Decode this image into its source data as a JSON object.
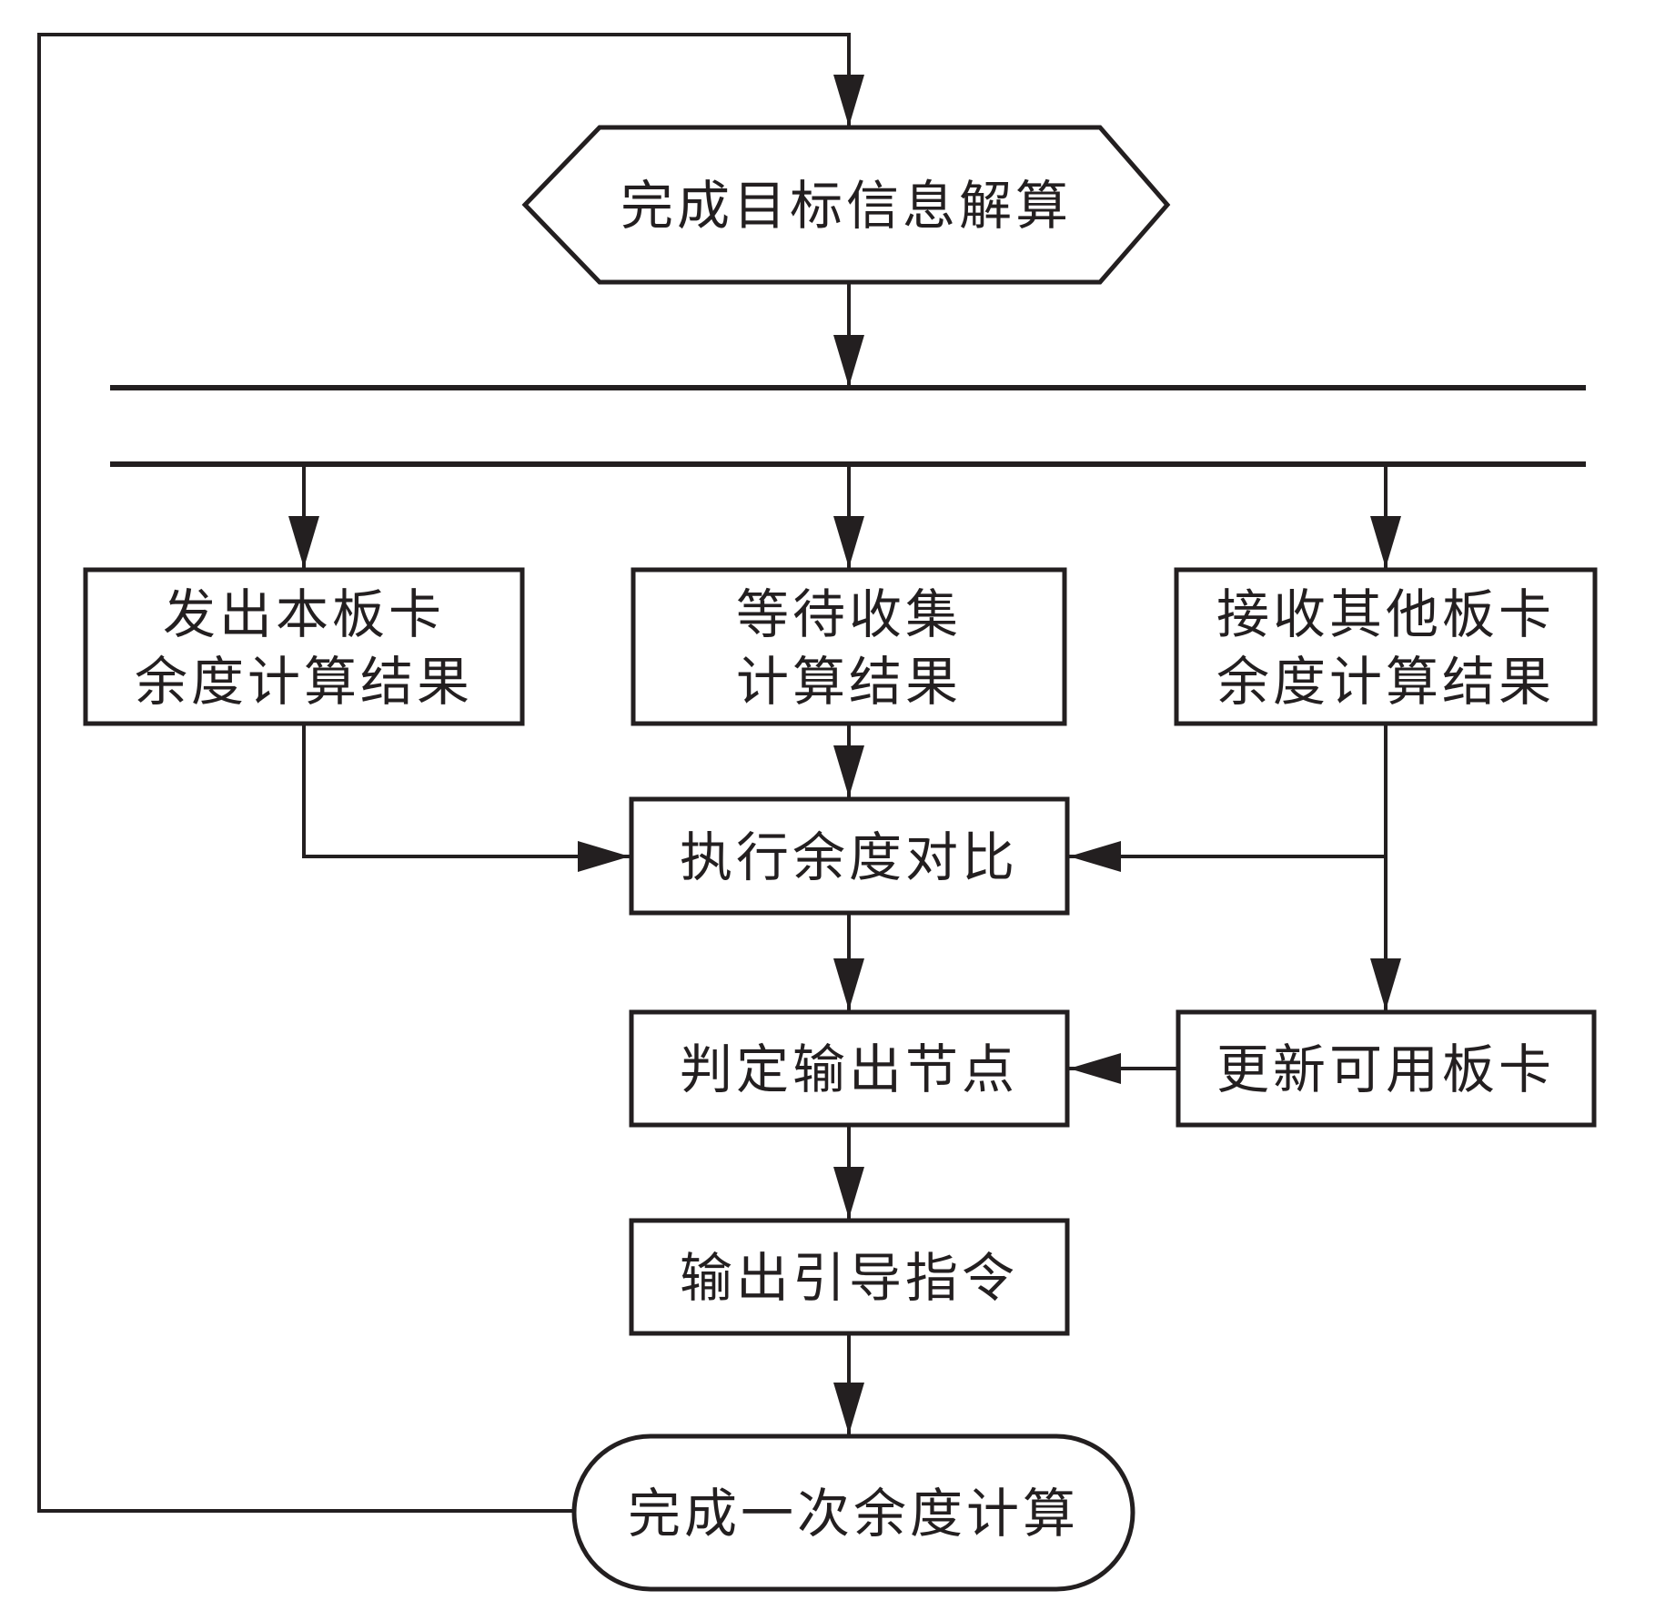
{
  "colors": {
    "stroke": "#231f20",
    "background": "#ffffff",
    "text": "#231f20"
  },
  "nodes": {
    "start": {
      "shape": "hexagon",
      "label": "完成目标信息解算"
    },
    "send_local": {
      "shape": "rectangle",
      "line1": "发出本板卡",
      "line2": "余度计算结果"
    },
    "wait_collect": {
      "shape": "rectangle",
      "line1": "等待收集",
      "line2": "计算结果"
    },
    "receive_other": {
      "shape": "rectangle",
      "line1": "接收其他板卡",
      "line2": "余度计算结果"
    },
    "compare": {
      "shape": "rectangle",
      "label": "执行余度对比"
    },
    "judge": {
      "shape": "rectangle",
      "label": "判定输出节点"
    },
    "update_boards": {
      "shape": "rectangle",
      "label": "更新可用板卡"
    },
    "output_cmd": {
      "shape": "rectangle",
      "label": "输出引导指令"
    },
    "finish": {
      "shape": "stadium",
      "label": "完成一次余度计算"
    }
  }
}
